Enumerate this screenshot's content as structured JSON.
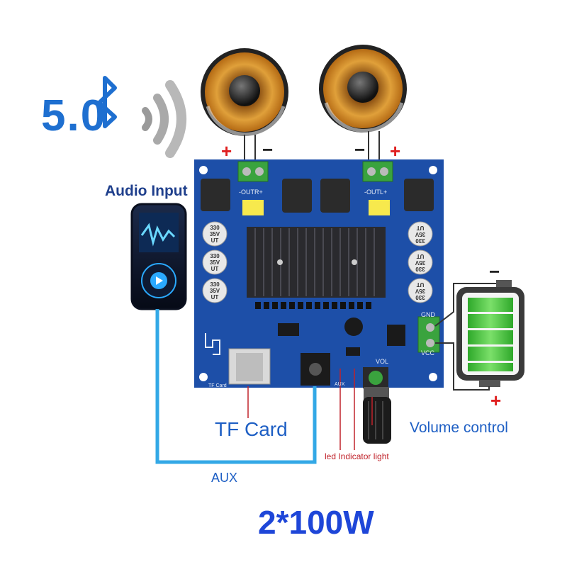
{
  "bluetooth": {
    "version": "5.0"
  },
  "labels": {
    "audio_input": "Audio Input",
    "tf_card": "TF Card",
    "volume_control": "Volume control",
    "led_indicator": "led Indicator light",
    "aux": "AUX",
    "power_rating": "2*100W"
  },
  "board": {
    "out_right": "-OUTR+",
    "out_left": "-OUTL+",
    "gnd": "GND",
    "vcc": "VCC",
    "vol": "VOL",
    "tf": "TF Card",
    "aux_mark": "AUX",
    "capacitor": [
      "330",
      "35V",
      "UT"
    ]
  },
  "terminals": {
    "plus": "+",
    "minus": "−"
  },
  "colors": {
    "pcb": "#1d4fa8",
    "heatsink": "#2a2a2e",
    "terminal": "#3aa33e",
    "cable": "#33a8e6",
    "battery": "#41c23c",
    "speaker_cone": "#d28a1f"
  },
  "icons": [
    "bluetooth-icon",
    "wifi-signal-icon",
    "speaker-icon",
    "battery-icon",
    "music-player-icon",
    "play-icon"
  ]
}
